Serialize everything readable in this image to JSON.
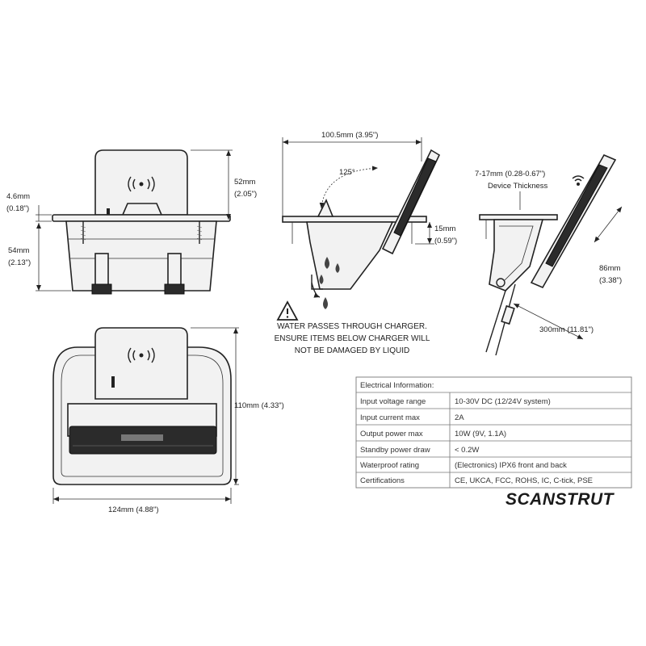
{
  "dimensions": {
    "top_height_mm": "52mm",
    "top_height_in": "(2.05\")",
    "flange_mm": "4.6mm",
    "flange_in": "(0.18\")",
    "depth_mm": "54mm",
    "depth_in": "(2.13\")",
    "width_mm": "124mm (4.88\")",
    "height_mm": "110mm (4.33\")",
    "side_width_mm": "100.5mm (3.95\")",
    "angle": "125°",
    "lip_mm": "15mm",
    "lip_in": "(0.59\")",
    "device_thickness": "7-17mm (0.28-0.67\")",
    "device_thickness_label": "Device Thickness",
    "clearance_mm": "86mm",
    "clearance_in": "(3.38\")",
    "cable_mm": "300mm (11.81\")"
  },
  "warning": {
    "line1": "WATER PASSES THROUGH CHARGER.",
    "line2": "ENSURE ITEMS BELOW CHARGER WILL",
    "line3": "NOT BE DAMAGED BY LIQUID"
  },
  "electrical": {
    "header": "Electrical Information:",
    "rows": [
      {
        "label": "Input voltage range",
        "value": "10-30V DC (12/24V system)"
      },
      {
        "label": "Input current max",
        "value": "2A"
      },
      {
        "label": "Output power max",
        "value": "10W (9V, 1.1A)"
      },
      {
        "label": "Standby power draw",
        "value": "< 0.2W"
      },
      {
        "label": "Waterproof rating",
        "value": "(Electronics) IPX6 front and back"
      },
      {
        "label": "Certifications",
        "value": "CE, UKCA, FCC, ROHS, IC, C-tick, PSE"
      }
    ]
  },
  "brand": "SCANSTRUT",
  "icons": {
    "wireless": "wireless-charging-icon",
    "warning": "warning-triangle-icon"
  }
}
